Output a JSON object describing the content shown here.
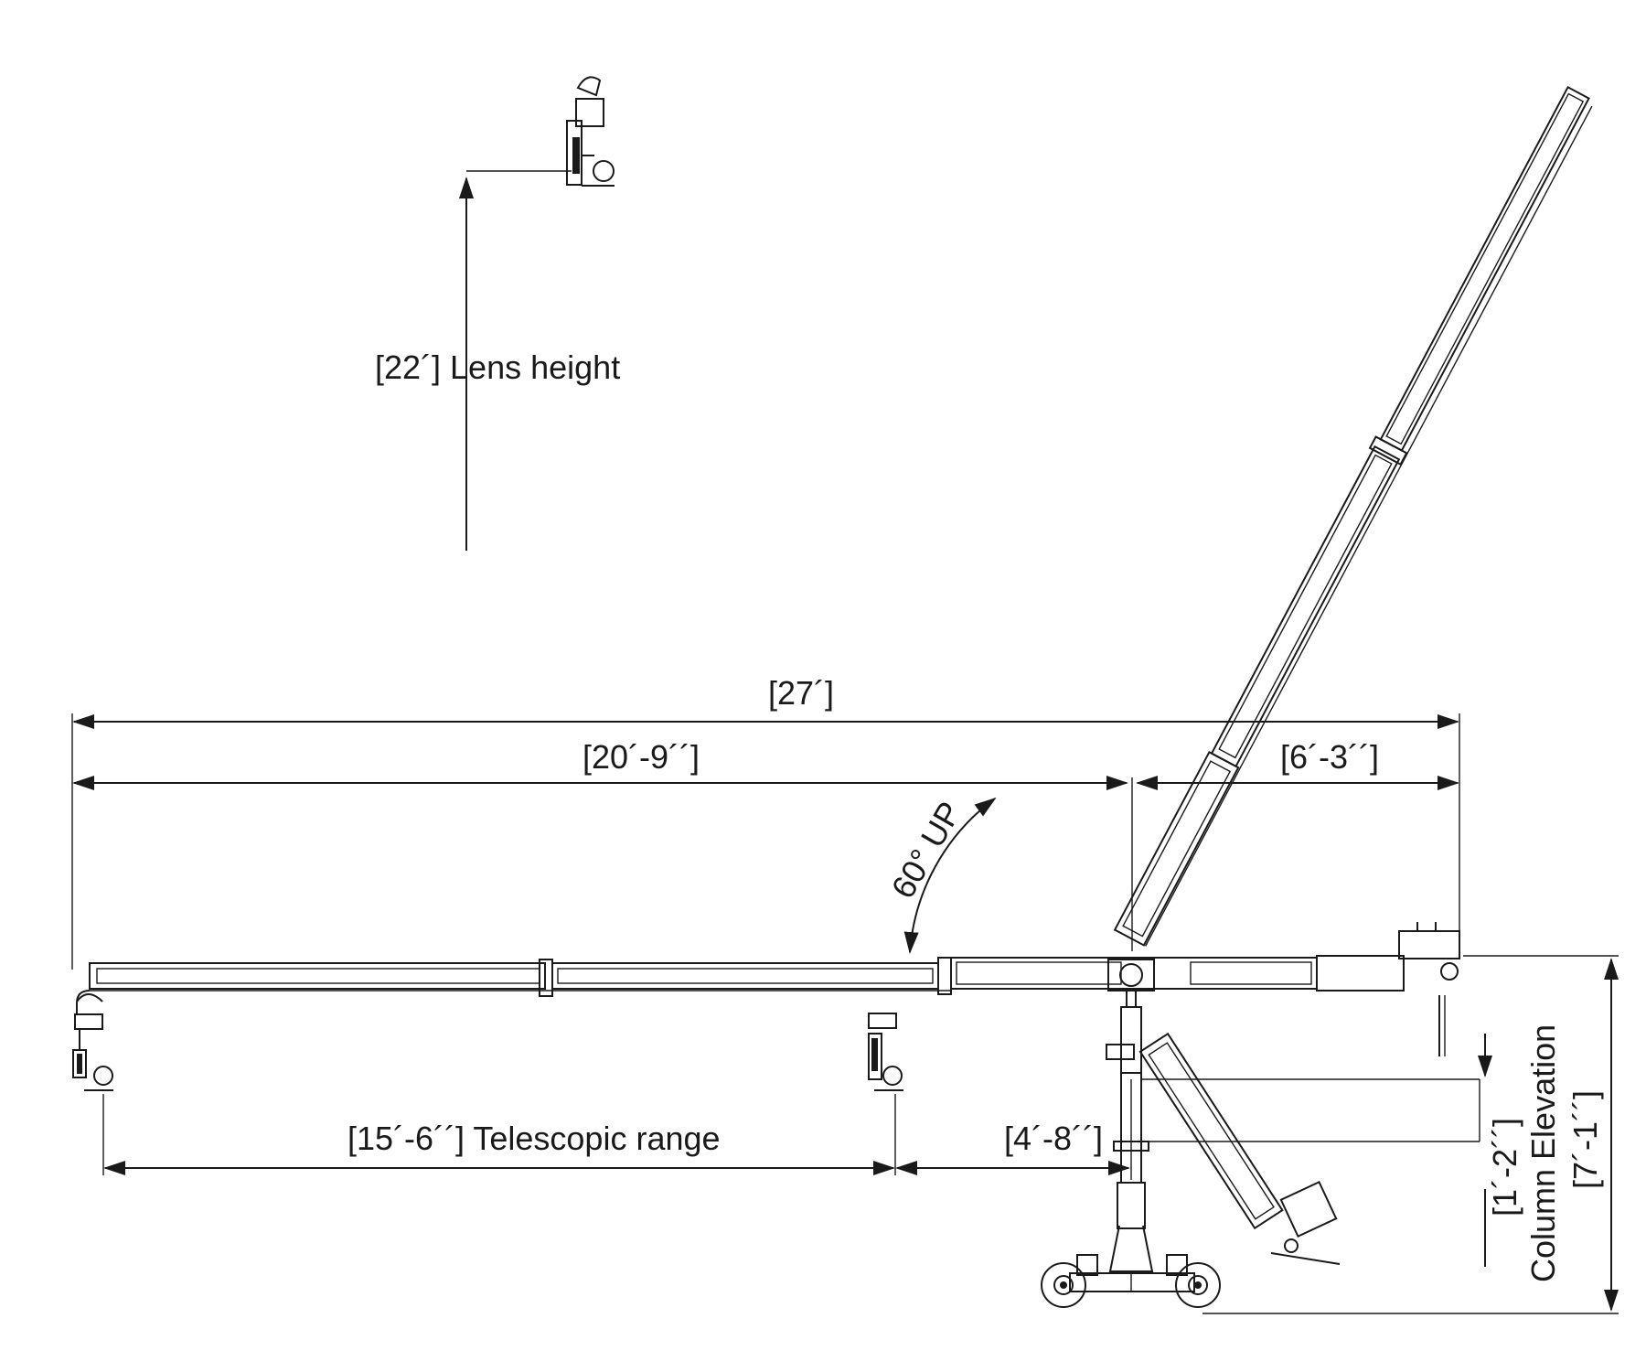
{
  "dimensions": {
    "lens_height": "[22´] Lens height",
    "total_length": "[27´]",
    "front_arm": "[20´-9´´]",
    "rear_arm": "[6´-3´´]",
    "tilt_angle": "60° UP",
    "telescopic_range": "[15´-6´´] Telescopic range",
    "min_reach": "[4´-8´´]",
    "column_travel": "[1´-2´´]",
    "column_elevation_label": "Column Elevation",
    "column_elevation_value": "[7´-1´´]"
  },
  "colors": {
    "line": "#1a1a1a",
    "background": "#ffffff"
  },
  "elements": [
    "tilted-boom-arm",
    "horizontal-boom-arm",
    "camera-head",
    "column",
    "dolly-base",
    "counterweight",
    "folded-arm"
  ]
}
